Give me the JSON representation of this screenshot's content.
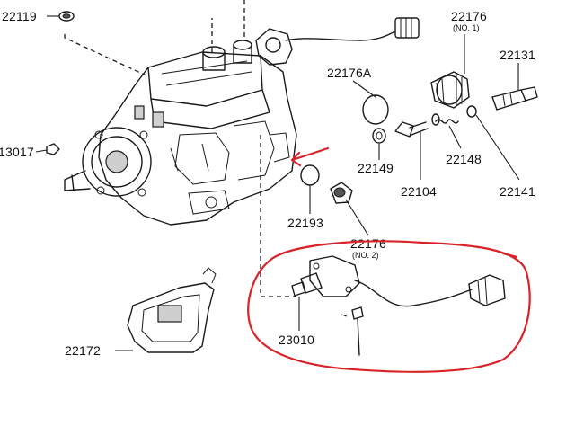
{
  "labels": {
    "p22119": "22119",
    "p13017": "13017",
    "p22176_no1": "22176",
    "p22176_no1_sub": "(NO. 1)",
    "p22131": "22131",
    "p22176A": "22176A",
    "p22149": "22149",
    "p22104": "22104",
    "p22148": "22148",
    "p22141": "22141",
    "p22193": "22193",
    "p22176_no2": "22176",
    "p22176_no2_sub": "(NO. 2)",
    "p23010": "23010",
    "p22172": "22172"
  },
  "colors": {
    "highlight": "#d8232a",
    "line": "#1a1a1a"
  }
}
